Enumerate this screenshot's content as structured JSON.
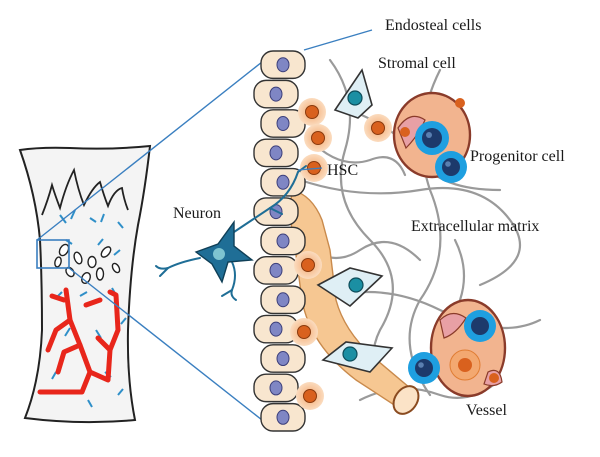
{
  "labels": {
    "endosteal": "Endosteal cells",
    "stromal": "Stromal cell",
    "progenitor": "Progenitor cell",
    "hsc": "HSC",
    "neuron": "Neuron",
    "ecm": "Extracellular matrix",
    "vessel": "Vessel"
  },
  "colors": {
    "bone_outline": "#222222",
    "bone_fill": "#f4f4f4",
    "zoom_lines": "#3a7fc0",
    "vasculature": "#e8261b",
    "bone_blue_marks": "#2f8fc8",
    "endosteal_cell_fill": "#f8e6cf",
    "endosteal_nucleus": "#7f86c4",
    "hsc_halo": "#f7c79a",
    "hsc_nucleus": "#d9611e",
    "stromal_cell_fill": "#dfeff5",
    "stromal_nucleus": "#1b8fa3",
    "progenitor_ring": "#1e9fe0",
    "progenitor_nucleus": "#1d3a6b",
    "vessel_fill": "#f2b48f",
    "vessel_wall": "#8a3b2a",
    "vessel_inner": "#e8a0a5",
    "neuron_fill": "#1f6e96",
    "tube_fill": "#f6c792",
    "ecm_fibers": "#9a9a9a"
  },
  "icons": {
    "bone": "long-bone-cross-section-icon",
    "neuron": "neuron-icon",
    "vessel": "blood-vessel-icon"
  }
}
